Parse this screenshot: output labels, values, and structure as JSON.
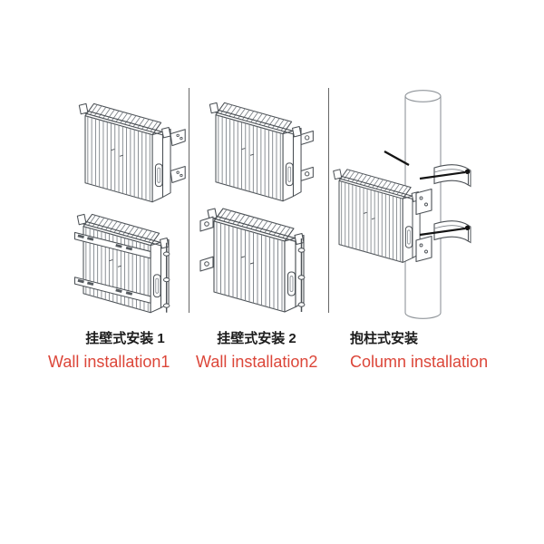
{
  "figure": {
    "kind": "equipment-installation-diagram",
    "columns": [
      {
        "id": "wall-installation-1",
        "caption_zh": "挂壁式安装 1",
        "caption_en": "Wall installation1",
        "illustrations": [
          "finned-enclosure-with-angle-brackets",
          "finned-enclosure-with-mounting-rails"
        ]
      },
      {
        "id": "wall-installation-2",
        "caption_zh": "挂壁式安装 2",
        "caption_en": "Wall installation2",
        "illustrations": [
          "finned-enclosure-with-right-ear-tabs",
          "finned-enclosure-with-left-ear-tabs"
        ]
      },
      {
        "id": "column-installation",
        "caption_zh": "抱柱式安装",
        "caption_en": "Column installation",
        "illustrations": [
          "finned-enclosure-clamped-to-pole"
        ]
      }
    ],
    "colors": {
      "caption_zh": "#1c1c1c",
      "caption_en": "#dc4639",
      "line_art": "#4b5055",
      "line_art_light": "#787e84",
      "pole_line": "#90959a",
      "divider": "#666666",
      "rod_black": "#141414",
      "background": "#ffffff"
    }
  }
}
